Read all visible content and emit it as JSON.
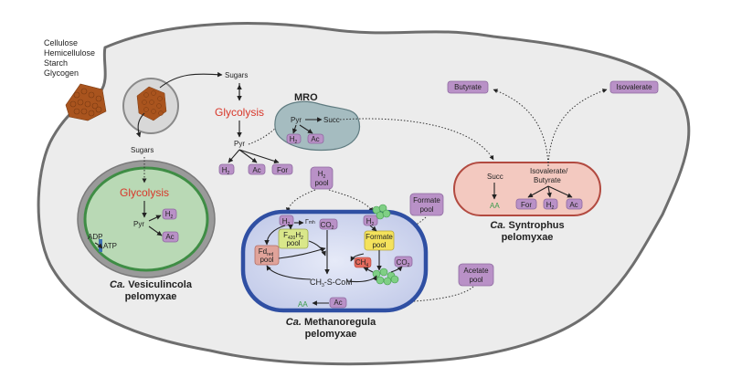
{
  "polysaccharides": [
    "Cellulose",
    "Hemicellulose",
    "Starch",
    "Glycogen"
  ],
  "host": {
    "sugars_top": "Sugars",
    "glycolysis": "Glycolysis",
    "pyr": "Pyr",
    "products": [
      "H",
      "Ac",
      "For"
    ]
  },
  "mro": {
    "title": "MRO",
    "pyr": "Pyr",
    "succ": "Succ",
    "products": [
      "H",
      "Ac"
    ]
  },
  "vesiculincola": {
    "sugars": "Sugars",
    "glycolysis": "Glycolysis",
    "pyr": "Pyr",
    "h2": "H",
    "ac": "Ac",
    "adp": "ADP",
    "atp": "ATP",
    "name_genus": "Ca.",
    "name_1": "Vesiculincola",
    "name_2": "pelomyxae"
  },
  "syntrophus": {
    "succ": "Succ",
    "aa": "AA",
    "iso_1": "Isovalerate/",
    "iso_2": "Butyrate",
    "products": [
      "For",
      "H",
      "Ac"
    ],
    "name_genus": "Ca.",
    "name_1": "Syntrophus",
    "name_2": "pelomyxae"
  },
  "pools": {
    "butyrate": "Butyrate",
    "isovalerate": "Isovalerate",
    "h2_pool_1": "H",
    "h2_pool_2": "pool",
    "formate_pool_1": "Formate",
    "formate_pool_2": "pool",
    "acetate_pool_1": "Acetate",
    "acetate_pool_2": "pool"
  },
  "methanoregula": {
    "h2": "H",
    "h2_right": "H",
    "co2_top": "CO",
    "f420_1": "F",
    "f420_2": "pool",
    "fd_1": "Fd",
    "fd_2": "pool",
    "formate_1": "Formate",
    "formate_2": "pool",
    "ch4": "CH",
    "co2_right": "CO",
    "ch3": "CH",
    "ch3_rest": "-S-CoM",
    "aa": "AA",
    "ac": "Ac",
    "name_genus": "Ca.",
    "name_1": "Methanoregula",
    "name_2": "pelomyxae"
  },
  "colors": {
    "host_fill": "#ececec",
    "host_stroke": "#6e6e6e",
    "vesic_outer": "#9a9a9a",
    "vesic_inner": "#b9d9b5",
    "vesic_stroke": "#3f8d45",
    "synt_fill": "#f3c9c0",
    "synt_stroke": "#b24a40",
    "meth_fill": "#cfd6ee",
    "meth_stroke": "#2f4fa3",
    "mro_fill": "#a5bcc0",
    "pill": "#b991c7",
    "glycolysis": "#d8372a"
  }
}
